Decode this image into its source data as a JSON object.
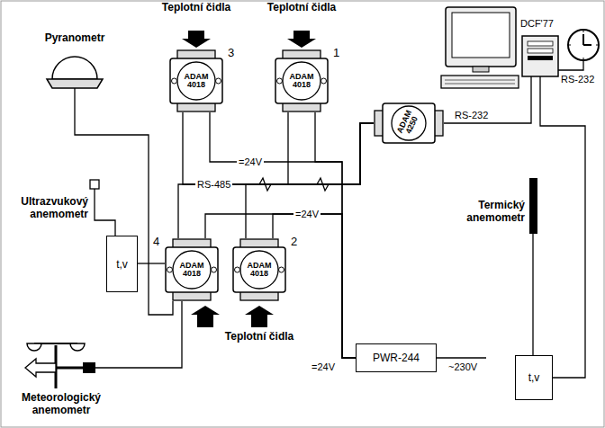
{
  "diagram": {
    "nodes": [
      {
        "text": [
          "ADAM 4018"
        ]
      },
      {
        "text": [
          "ADAM 4018"
        ]
      },
      {
        "text": [
          "ADAM 4250"
        ]
      },
      {
        "text": [
          "t,v"
        ]
      },
      {
        "text": [
          "ADAM 4018"
        ]
      },
      {
        "text": [
          "ADAM 4018"
        ]
      },
      {
        "text": [
          "PWR-244"
        ]
      },
      {
        "text": [
          "t,v"
        ]
      }
    ],
    "edges": [
      {
        "from": 0,
        "to": 2,
        "arrow": "none",
        "label": "RS-485"
      },
      {
        "from": 1,
        "to": 2,
        "arrow": "none"
      },
      {
        "from": 4,
        "to": 2,
        "arrow": "none"
      },
      {
        "from": 5,
        "to": 2,
        "arrow": "none"
      },
      {
        "from": 0,
        "to": 6,
        "arrow": "none",
        "label": "=24V"
      },
      {
        "from": 1,
        "to": 6,
        "arrow": "none"
      },
      {
        "from": 4,
        "to": 6,
        "arrow": "none",
        "label": "=24V"
      },
      {
        "from": 5,
        "to": 6,
        "arrow": "none"
      },
      {
        "from": 3,
        "to": 4,
        "arrow": "none"
      }
    ],
    "labels": [
      "Teplotní čidla",
      "Teplotní čidla",
      "3",
      "1",
      "Pyranometr",
      "DCF'77",
      "RS-232",
      "RS-232",
      "Ultrazvukový anemometr",
      "Termický anemometr",
      "4",
      "2",
      "=24V",
      "~230V",
      "Teplotní čidla",
      "Meteorologický anemometr"
    ]
  }
}
